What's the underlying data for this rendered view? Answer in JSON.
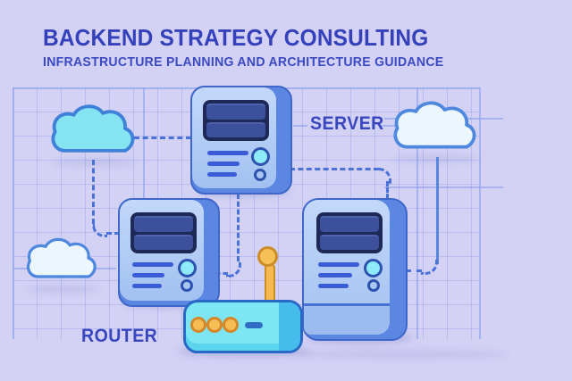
{
  "header": {
    "title": "BACKEND STRATEGY CONSULTING",
    "subtitle": "INFRASTRUCTURE PLANNING AND ARCHITECTURE GUIDANCE"
  },
  "diagram": {
    "labels": {
      "server": "SERVER",
      "router": "ROUTER"
    },
    "nodes": [
      {
        "id": "cloud-top-left",
        "type": "cloud",
        "style": "cyan"
      },
      {
        "id": "cloud-top-right",
        "type": "cloud",
        "style": "white"
      },
      {
        "id": "cloud-bottom-left",
        "type": "cloud",
        "style": "white"
      },
      {
        "id": "server-top",
        "type": "server",
        "label": "SERVER"
      },
      {
        "id": "server-middle",
        "type": "server"
      },
      {
        "id": "server-tower",
        "type": "server-tower"
      },
      {
        "id": "router",
        "type": "router",
        "label": "ROUTER"
      }
    ],
    "connections": [
      {
        "from": "cloud-top-left",
        "to": "server-top",
        "style": "dashed"
      },
      {
        "from": "cloud-top-left",
        "to": "server-middle",
        "style": "dashed"
      },
      {
        "from": "server-top",
        "to": "server-middle",
        "style": "dashed"
      },
      {
        "from": "server-top",
        "to": "server-tower",
        "style": "dashed"
      },
      {
        "from": "cloud-top-right",
        "to": "server-tower",
        "style": "solid-then-dashed"
      }
    ],
    "colors": {
      "background": "#d3d1f4",
      "title_text": "#3541ba",
      "label_text": "#3947bf",
      "grid_line": "#808ce1",
      "dash_line": "#4a72d8",
      "server_body": "#a2c1f1",
      "server_side": "#5b86e1",
      "server_screen": "#1f2957",
      "screen_slab": "#3d509b",
      "vent_line": "#3a5cd6",
      "led_cyan": "#8deaf6",
      "cloud_cyan": "#86e3f2",
      "cloud_white": "#ebf6fd",
      "cloud_outline": "#4e88de",
      "router_body": "#7ce6f4",
      "router_side": "#46bcec",
      "router_outline": "#2a68c6",
      "button_orange": "#f7bd55",
      "antenna_orange": "#f5b94f"
    }
  }
}
